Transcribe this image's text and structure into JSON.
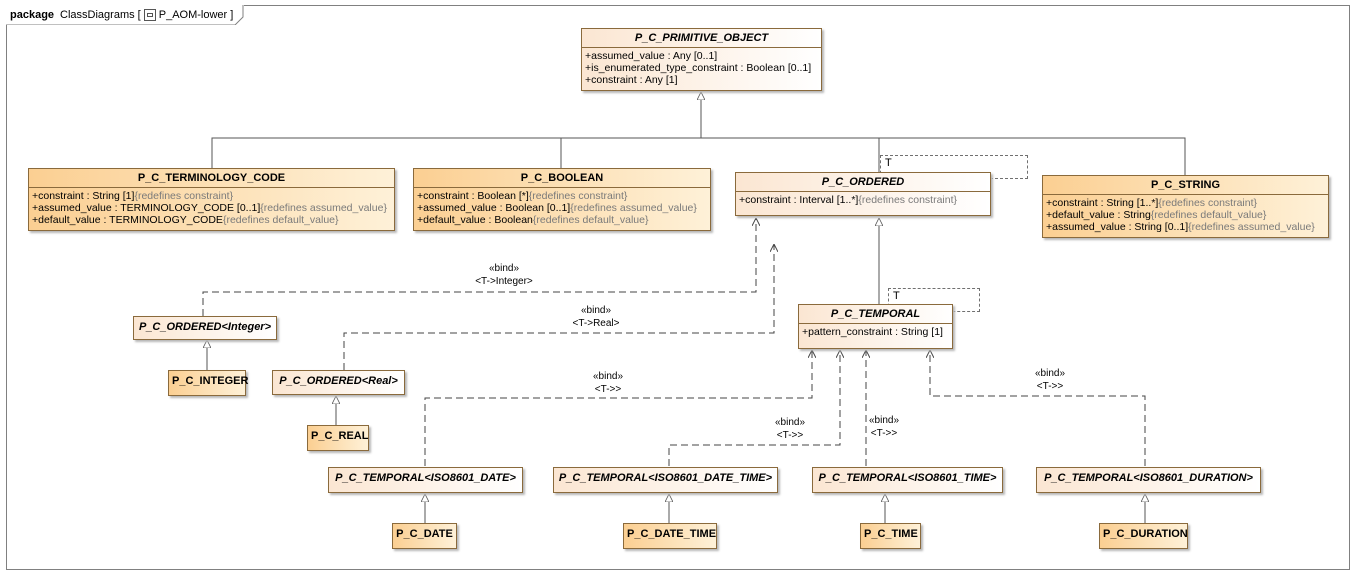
{
  "frame": {
    "keyword": "package",
    "path": "ClassDiagrams",
    "diagram_name": "P_AOM-lower"
  },
  "classes": {
    "primitive": {
      "name": "P_C_PRIMITIVE_OBJECT",
      "attrs": [
        {
          "main": "+assumed_value : Any [0..1]",
          "note": ""
        },
        {
          "main": "+is_enumerated_type_constraint : Boolean [0..1]",
          "note": ""
        },
        {
          "main": "+constraint : Any [1]",
          "note": ""
        }
      ]
    },
    "terminology": {
      "name": "P_C_TERMINOLOGY_CODE",
      "attrs": [
        {
          "main": "+constraint : String [1]",
          "note": "{redefines constraint}"
        },
        {
          "main": "+assumed_value : TERMINOLOGY_CODE [0..1]",
          "note": "{redefines assumed_value}"
        },
        {
          "main": "+default_value : TERMINOLOGY_CODE",
          "note": "{redefines default_value}"
        }
      ]
    },
    "boolean": {
      "name": "P_C_BOOLEAN",
      "attrs": [
        {
          "main": "+constraint : Boolean [*]",
          "note": "{redefines constraint}"
        },
        {
          "main": "+assumed_value : Boolean [0..1]",
          "note": "{redefines assumed_value}"
        },
        {
          "main": "+default_value : Boolean",
          "note": "{redefines default_value}"
        }
      ]
    },
    "ordered": {
      "name": "P_C_ORDERED",
      "template_param": "T",
      "attrs": [
        {
          "main": "+constraint : Interval [1..*]",
          "note": "{redefines constraint}"
        }
      ]
    },
    "string": {
      "name": "P_C_STRING",
      "attrs": [
        {
          "main": "+constraint : String [1..*]",
          "note": "{redefines constraint}"
        },
        {
          "main": "+default_value : String",
          "note": "{redefines default_value}"
        },
        {
          "main": "+assumed_value : String [0..1]",
          "note": "{redefines assumed_value}"
        }
      ]
    },
    "temporal": {
      "name": "P_C_TEMPORAL",
      "template_param": "T",
      "attrs": [
        {
          "main": "+pattern_constraint : String [1]",
          "note": ""
        }
      ]
    },
    "ordered_integer": {
      "name": "P_C_ORDERED<Integer>"
    },
    "ordered_real": {
      "name": "P_C_ORDERED<Real>"
    },
    "integer": {
      "name": "P_C_INTEGER"
    },
    "real": {
      "name": "P_C_REAL"
    },
    "temporal_date": {
      "name": "P_C_TEMPORAL<ISO8601_DATE>"
    },
    "temporal_date_time": {
      "name": "P_C_TEMPORAL<ISO8601_DATE_TIME>"
    },
    "temporal_time": {
      "name": "P_C_TEMPORAL<ISO8601_TIME>"
    },
    "temporal_duration": {
      "name": "P_C_TEMPORAL<ISO8601_DURATION>"
    },
    "date": {
      "name": "P_C_DATE"
    },
    "date_time": {
      "name": "P_C_DATE_TIME"
    },
    "time": {
      "name": "P_C_TIME"
    },
    "duration": {
      "name": "P_C_DURATION"
    }
  },
  "bindings": {
    "integer": {
      "stereotype": "«bind»",
      "param": "<T->Integer>"
    },
    "real": {
      "stereotype": "«bind»",
      "param": "<T->Real>"
    },
    "date": {
      "stereotype": "«bind»",
      "param": "<T->>"
    },
    "date_time": {
      "stereotype": "«bind»",
      "param": "<T->>"
    },
    "time": {
      "stereotype": "«bind»",
      "param": "<T->>"
    },
    "duration": {
      "stereotype": "«bind»",
      "param": "<T->>"
    }
  }
}
